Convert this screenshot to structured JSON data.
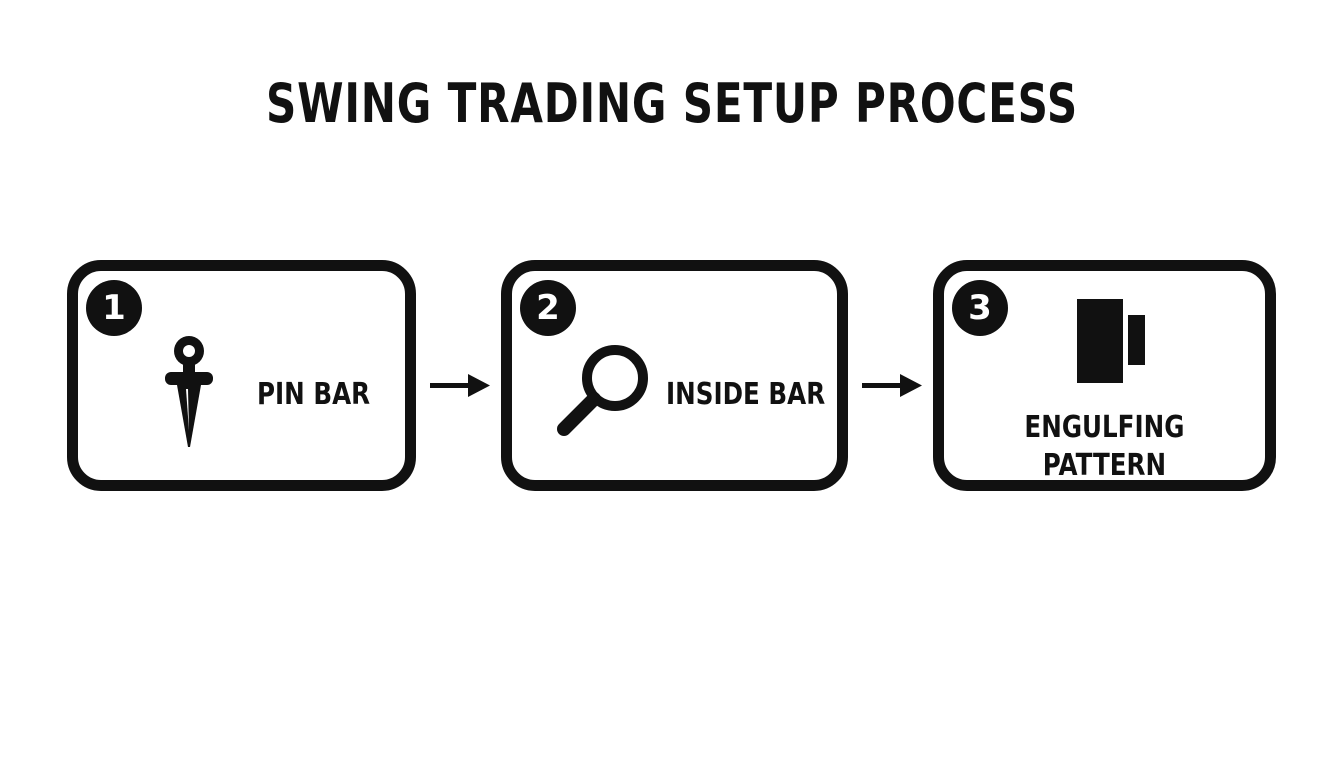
{
  "title": "SWING TRADING SETUP PROCESS",
  "steps": [
    {
      "number": "1",
      "label": "PIN BAR",
      "icon": "pushpin-icon"
    },
    {
      "number": "2",
      "label": "INSIDE BAR",
      "icon": "magnifier-icon"
    },
    {
      "number": "3",
      "label_lines": [
        "ENGULFING",
        "PATTERN"
      ],
      "icon": "engulfing-bars-icon"
    }
  ],
  "colors": {
    "ink": "#111111",
    "background": "#ffffff"
  }
}
